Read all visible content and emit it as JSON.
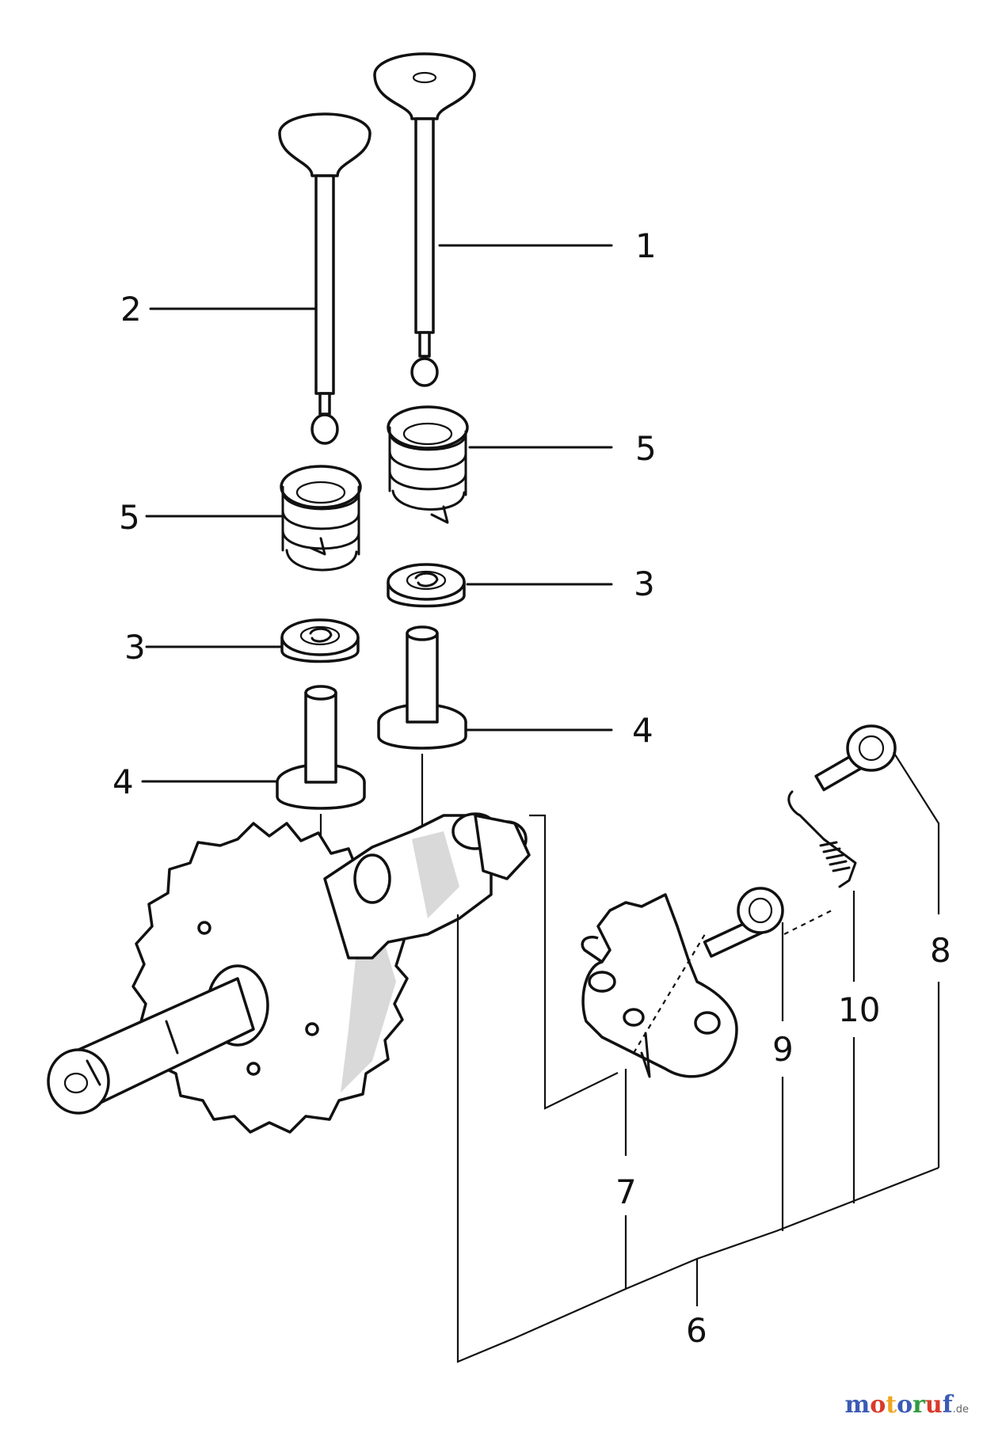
{
  "labels": {
    "l1": "1",
    "l2": "2",
    "l3a": "3",
    "l3b": "3",
    "l4a": "4",
    "l4b": "4",
    "l5a": "5",
    "l5b": "5",
    "l6": "6",
    "l7": "7",
    "l8": "8",
    "l9": "9",
    "l10": "10"
  },
  "watermark": {
    "letters": [
      "m",
      "o",
      "t",
      "o",
      "r",
      "u",
      "f"
    ],
    "letter_colors": [
      "#3b5bb5",
      "#d93a2b",
      "#f0a520",
      "#3b5bb5",
      "#2e9c3f",
      "#d93a2b",
      "#3b5bb5"
    ],
    "suffix": ".de"
  }
}
